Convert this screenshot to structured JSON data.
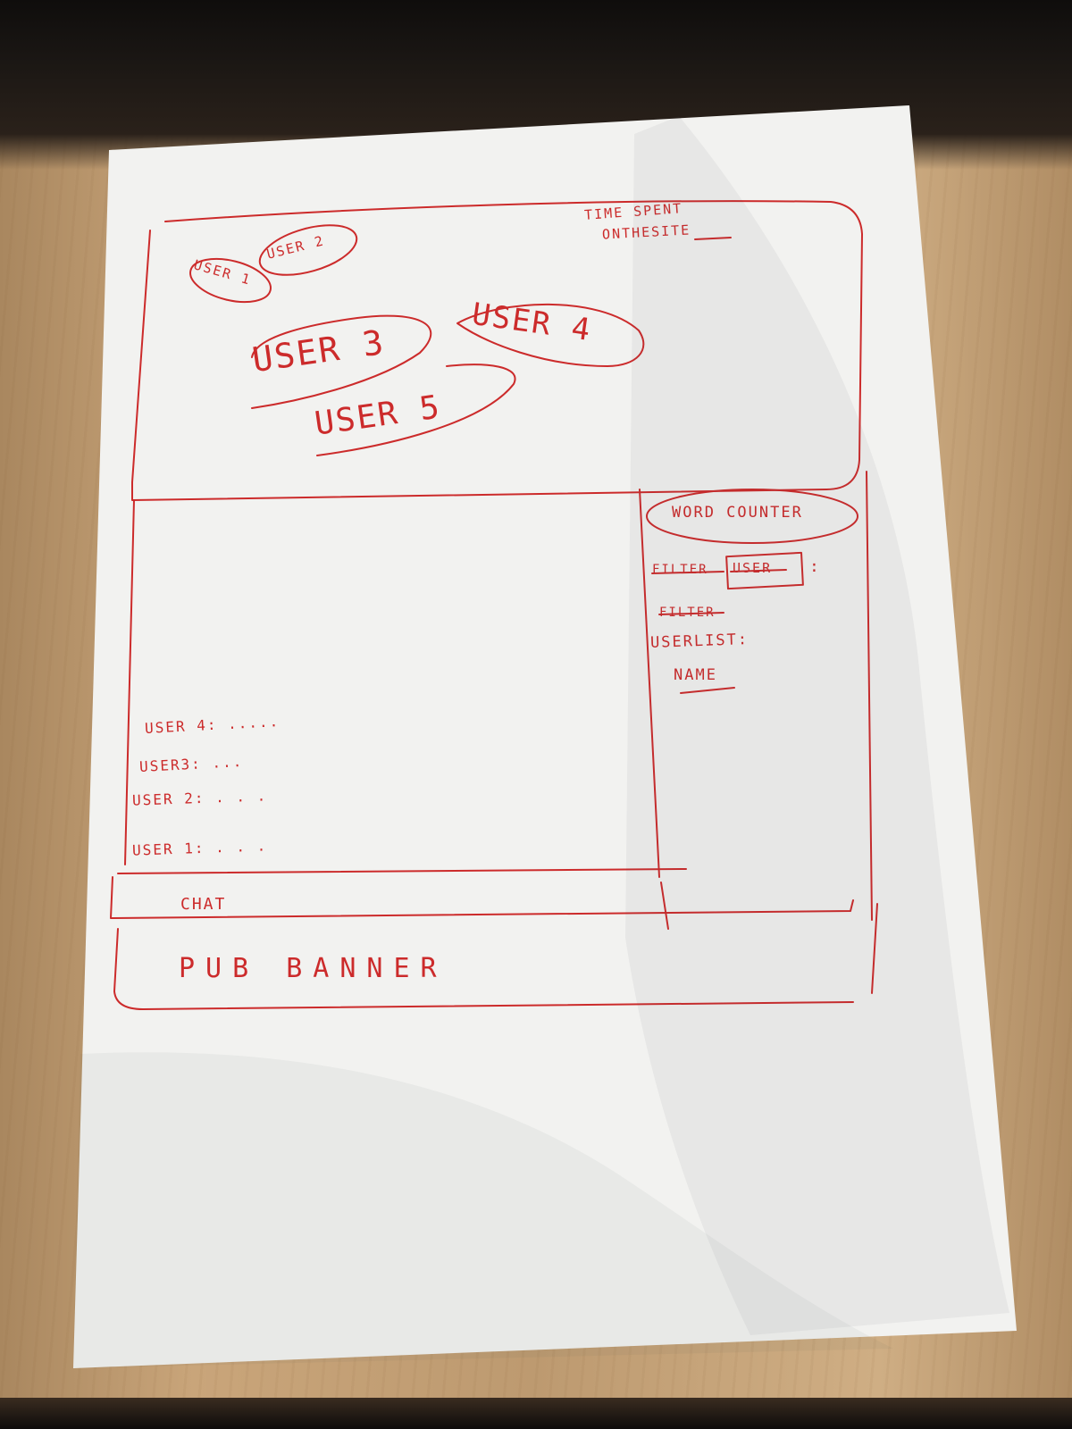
{
  "colors": {
    "ink": "#cc2b2b",
    "paper": "#f3f3f1"
  },
  "header": {
    "time_spent_label_line1": "TIME SPENT",
    "time_spent_label_line2": "ONTHESITE",
    "user_bubbles": [
      "USER 1",
      "USER 2",
      "USER 3",
      "USER 4",
      "USER 5"
    ]
  },
  "chat": {
    "messages": [
      {
        "user": "USER 4",
        "text": ": .....",
        "underlined": false
      },
      {
        "user": "USER3",
        "text": ": ...",
        "underlined": false
      },
      {
        "user": "USER 2",
        "text": ": . . .",
        "underlined": false
      },
      {
        "user": "USER 1",
        "text": ": . . .",
        "underlined": false
      }
    ],
    "input_label": "CHAT"
  },
  "sidebar": {
    "word_counter_label": "WORD COUNTER",
    "filter_label": "FILTER",
    "filter_value": "USER",
    "filter_colon": ":",
    "filter_struck": "FILTER",
    "user_list_label": "USERLIST:",
    "user_list_item": "NAME"
  },
  "footer": {
    "label": "PUB BANNER"
  }
}
